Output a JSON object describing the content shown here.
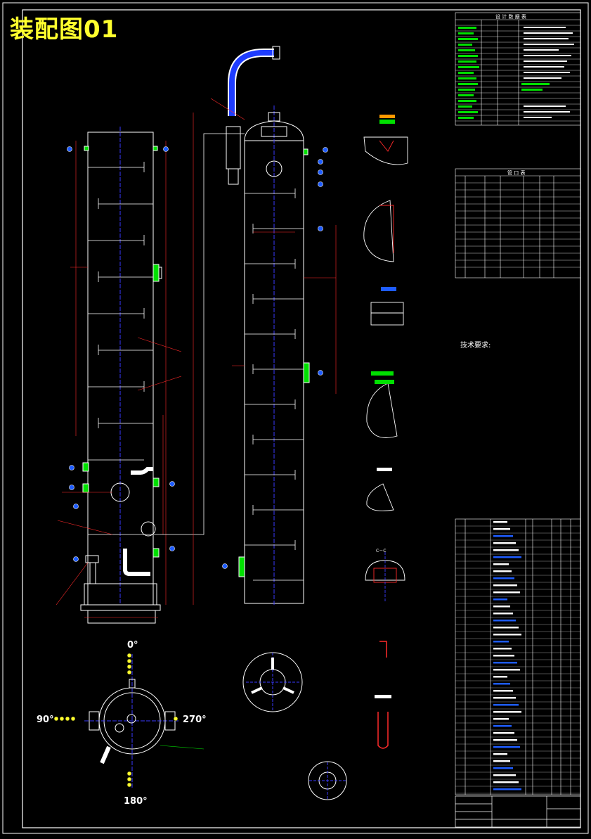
{
  "title": "装配图01",
  "angles": {
    "top": "0°",
    "left": "90°",
    "right": "270°",
    "bottom": "180°"
  },
  "design_table": {
    "title": "设 计 数 据 表"
  },
  "nozzle_table": {
    "title": "管 口 表"
  },
  "tech_requirements": {
    "title": "技术要求:"
  },
  "section_labels": {
    "c_c": "C－C"
  },
  "colors": {
    "outline": "#ffffff",
    "center": "#3a3aff",
    "dim": "#ff2a2a",
    "accent": "#00e000",
    "title": "#ffff2e",
    "cyan": "#00d0ff"
  }
}
